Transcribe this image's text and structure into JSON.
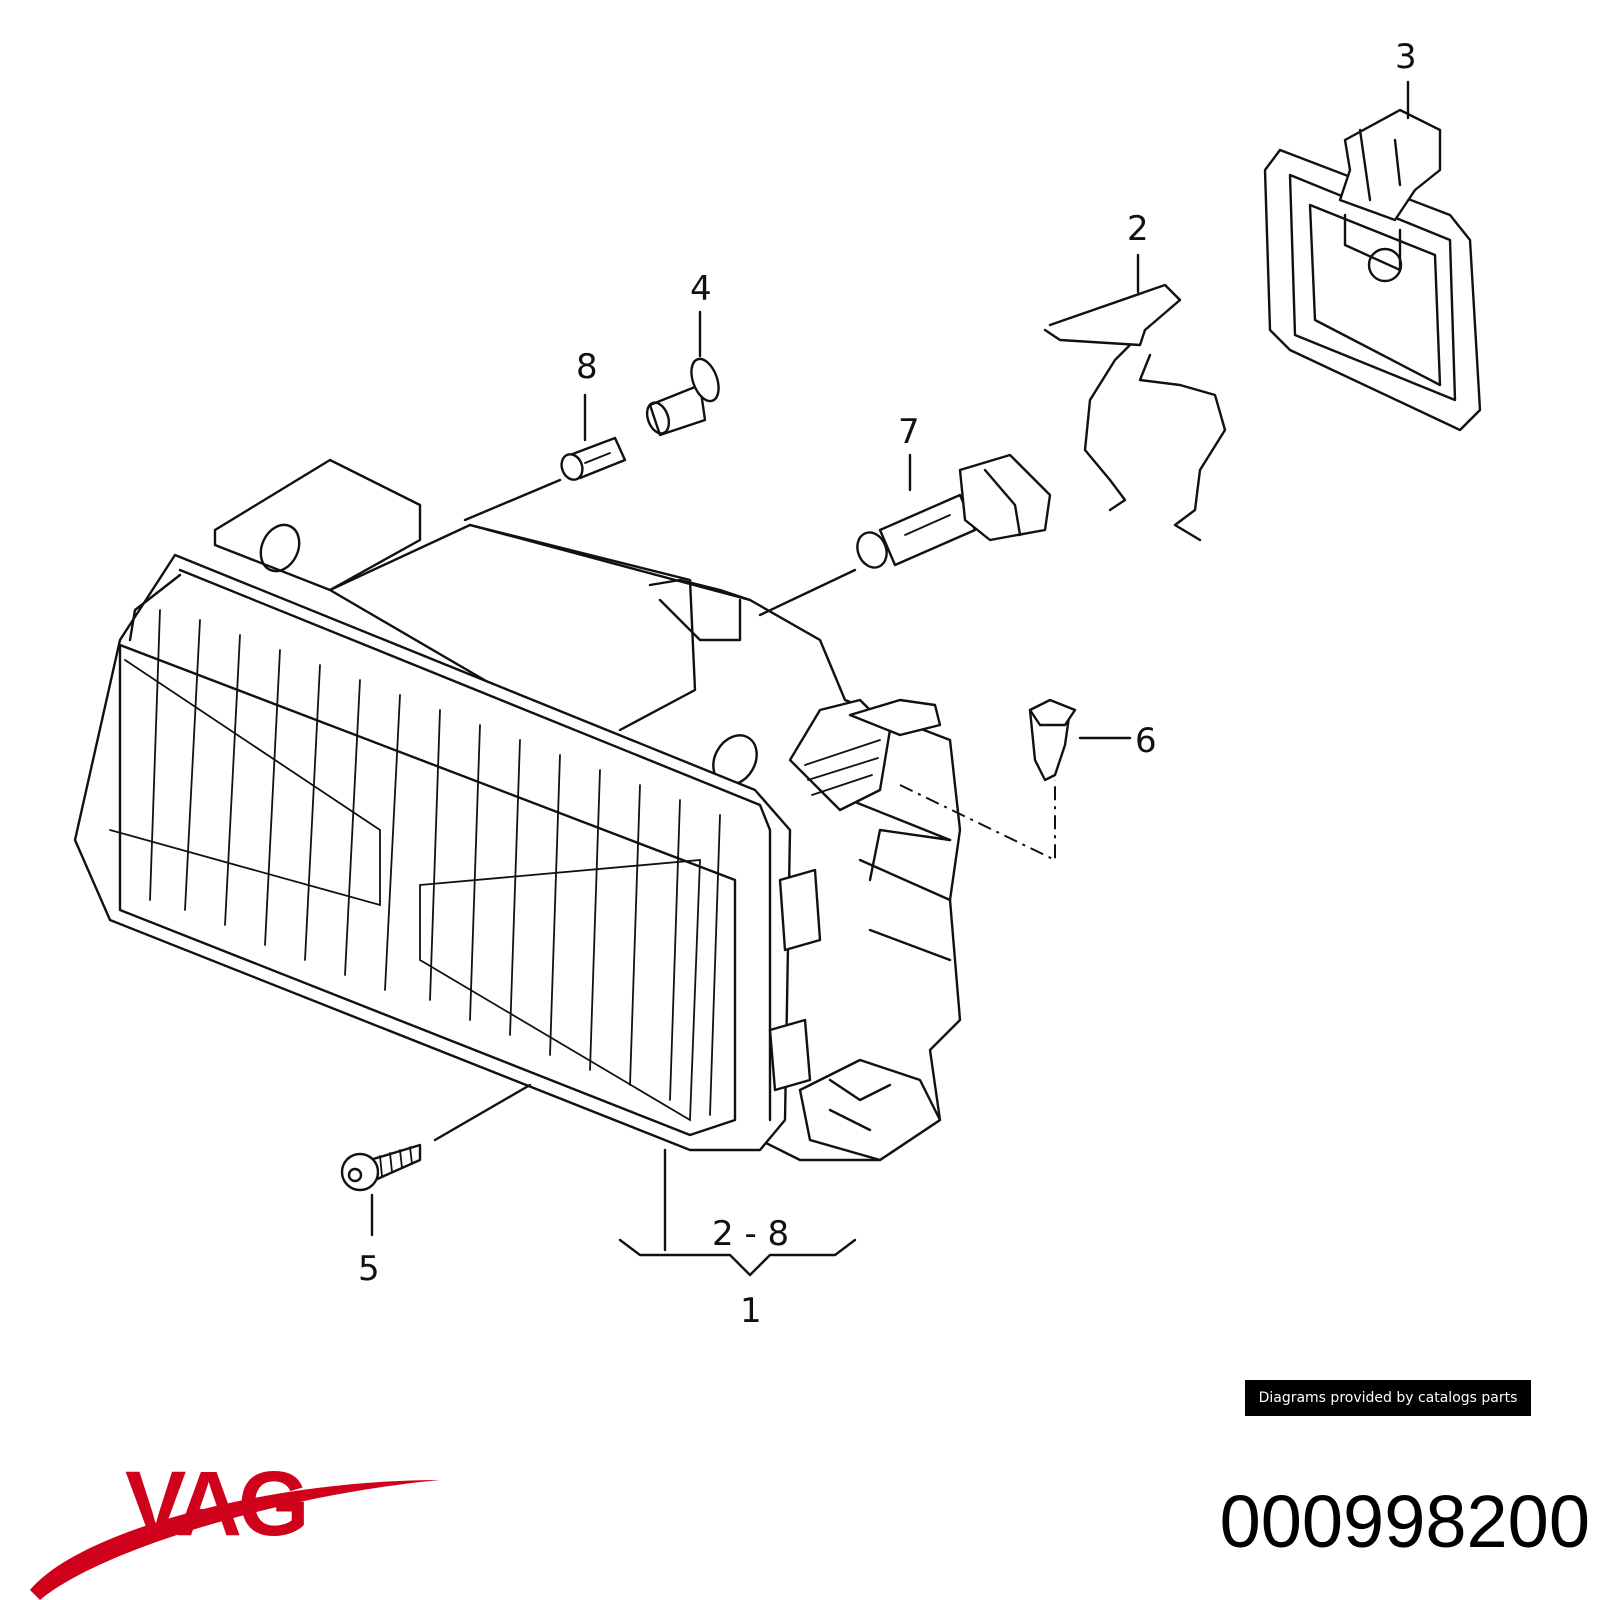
{
  "diagram": {
    "callouts": {
      "c1": "1",
      "c2": "2",
      "c3": "3",
      "c4": "4",
      "c5": "5",
      "c6": "6",
      "c7": "7",
      "c8": "8",
      "range": "2 - 8"
    }
  },
  "credit": "Diagrams provided by catalogs parts",
  "brand": {
    "logo_text": "VAG",
    "logo_color": "#d0021b"
  },
  "part_number": "000998200"
}
